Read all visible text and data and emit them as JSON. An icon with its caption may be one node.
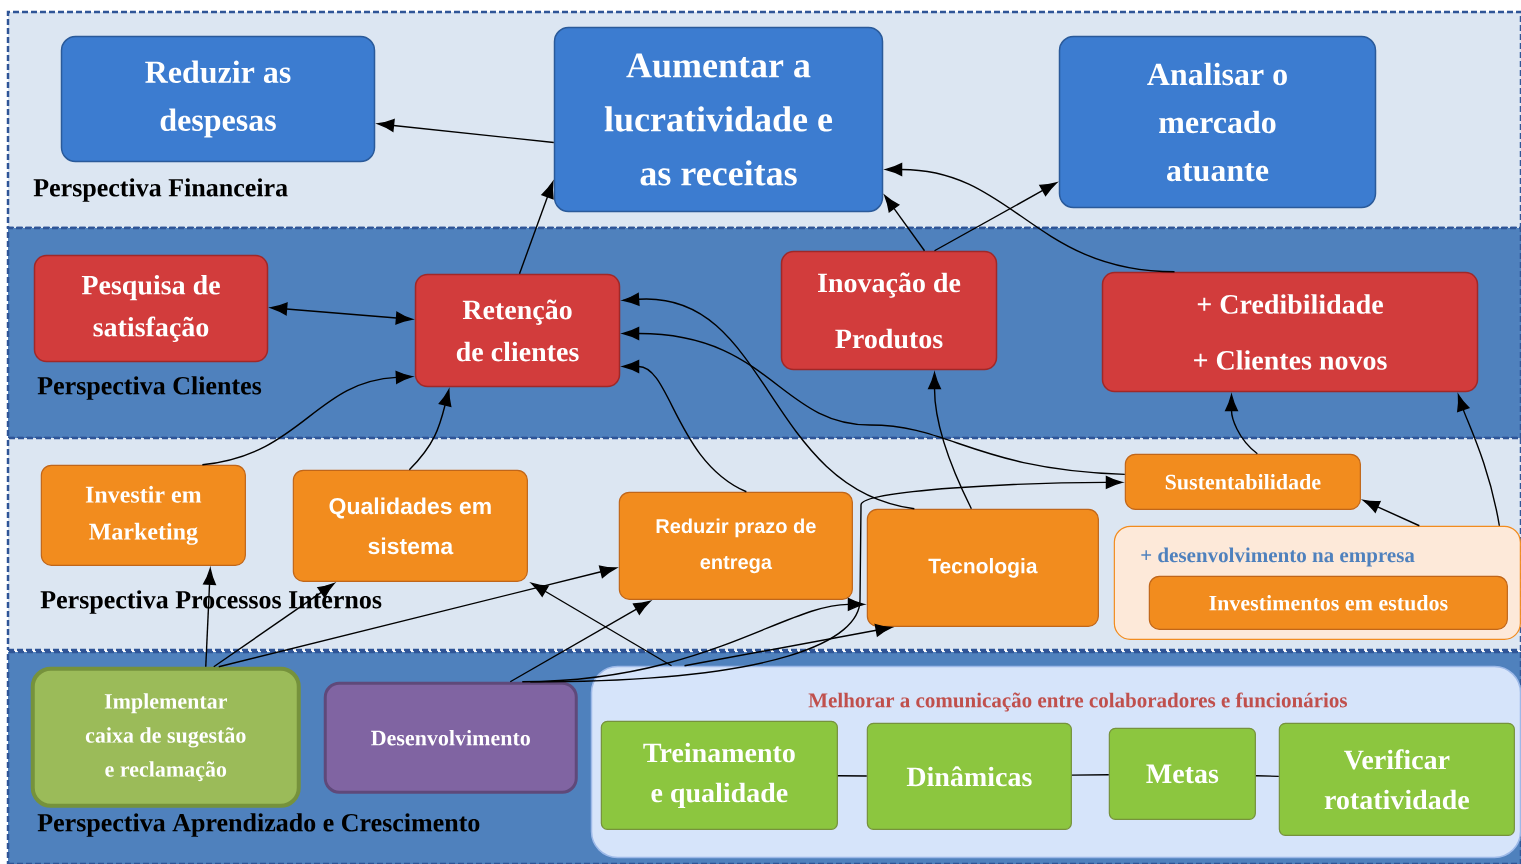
{
  "diagram": {
    "nodes": [
      {
        "text": [
          "Perspectiva Financeira"
        ]
      },
      {
        "text": [
          "Reduzir as despesas"
        ],
        "in": 0
      },
      {
        "text": [
          "Aumentar a lucratividade e as receitas"
        ],
        "in": 0
      },
      {
        "text": [
          "Analisar o mercado atuante"
        ],
        "in": 0
      },
      {
        "text": [
          "Perspectiva Clientes"
        ]
      },
      {
        "text": [
          "Pesquisa de satisfação"
        ],
        "in": 4
      },
      {
        "text": [
          "Retenção de clientes"
        ],
        "in": 4
      },
      {
        "text": [
          "Inovação de Produtos"
        ],
        "in": 4
      },
      {
        "text": [
          "+ Credibilidade",
          "+ Clientes novos"
        ],
        "in": 4
      },
      {
        "text": [
          "Perspectiva Processos Internos"
        ]
      },
      {
        "text": [
          "Investir em Marketing"
        ],
        "in": 9
      },
      {
        "text": [
          "Qualidades em sistema"
        ],
        "in": 9
      },
      {
        "text": [
          "Reduzir prazo de entrega"
        ],
        "in": 9
      },
      {
        "text": [
          "Tecnologia"
        ],
        "in": 9
      },
      {
        "text": [
          "Sustentabilidade"
        ],
        "in": 9
      },
      {
        "text": [
          "+ desenvolvimento na empresa"
        ],
        "in": 9
      },
      {
        "text": [
          "Investimentos em estudos"
        ],
        "in": 15
      },
      {
        "text": [
          "Perspectiva Aprendizado e Crescimento"
        ]
      },
      {
        "text": [
          "Implementar caixa de sugestão e reclamação"
        ],
        "in": 17
      },
      {
        "text": [
          "Desenvolvimento"
        ],
        "in": 17
      },
      {
        "text": [
          "Melhorar a comunicação entre colaboradores e funcionários"
        ],
        "in": 17
      },
      {
        "text": [
          "Treinamento e qualidade"
        ],
        "in": 20
      },
      {
        "text": [
          "Dinâmicas"
        ],
        "in": 20
      },
      {
        "text": [
          "Metas"
        ],
        "in": 20
      },
      {
        "text": [
          "Verificar rotatividade"
        ],
        "in": 20
      }
    ],
    "edges": [
      {
        "from": 2,
        "to": 1,
        "arrow": "to"
      },
      {
        "from": 6,
        "to": 2,
        "arrow": "to"
      },
      {
        "from": 7,
        "to": 2,
        "arrow": "to"
      },
      {
        "from": 7,
        "to": 3,
        "arrow": "to"
      },
      {
        "from": 8,
        "to": 2,
        "arrow": "to"
      },
      {
        "from": 5,
        "to": 6,
        "arrow": "both"
      },
      {
        "from": 10,
        "to": 6,
        "arrow": "to"
      },
      {
        "from": 11,
        "to": 6,
        "arrow": "to"
      },
      {
        "from": 12,
        "to": 6,
        "arrow": "to"
      },
      {
        "from": 13,
        "to": 6,
        "arrow": "to"
      },
      {
        "from": 14,
        "to": 6,
        "arrow": "to"
      },
      {
        "from": 13,
        "to": 7,
        "arrow": "to"
      },
      {
        "from": 14,
        "to": 8,
        "arrow": "to"
      },
      {
        "from": 15,
        "to": 8,
        "arrow": "to"
      },
      {
        "from": 15,
        "to": 14,
        "arrow": "to"
      },
      {
        "from": 18,
        "to": 10,
        "arrow": "to"
      },
      {
        "from": 18,
        "to": 11,
        "arrow": "to"
      },
      {
        "from": 18,
        "to": 12,
        "arrow": "to"
      },
      {
        "from": 19,
        "to": 12,
        "arrow": "to"
      },
      {
        "from": 19,
        "to": 13,
        "arrow": "to"
      },
      {
        "from": 19,
        "to": 14,
        "arrow": "to"
      },
      {
        "from": 20,
        "to": 11,
        "arrow": "to"
      },
      {
        "from": 20,
        "to": 13,
        "arrow": "to"
      },
      {
        "from": 21,
        "to": 22,
        "arrow": "none"
      },
      {
        "from": 22,
        "to": 23,
        "arrow": "none"
      },
      {
        "from": 23,
        "to": 24,
        "arrow": "none"
      }
    ]
  }
}
